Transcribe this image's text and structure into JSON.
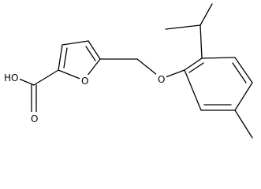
{
  "molecule": {
    "atom_labels": {
      "hydroxyl": "HO",
      "carbonyl_oxygen": "O",
      "ring_oxygen": "O",
      "ether_oxygen": "O"
    }
  }
}
